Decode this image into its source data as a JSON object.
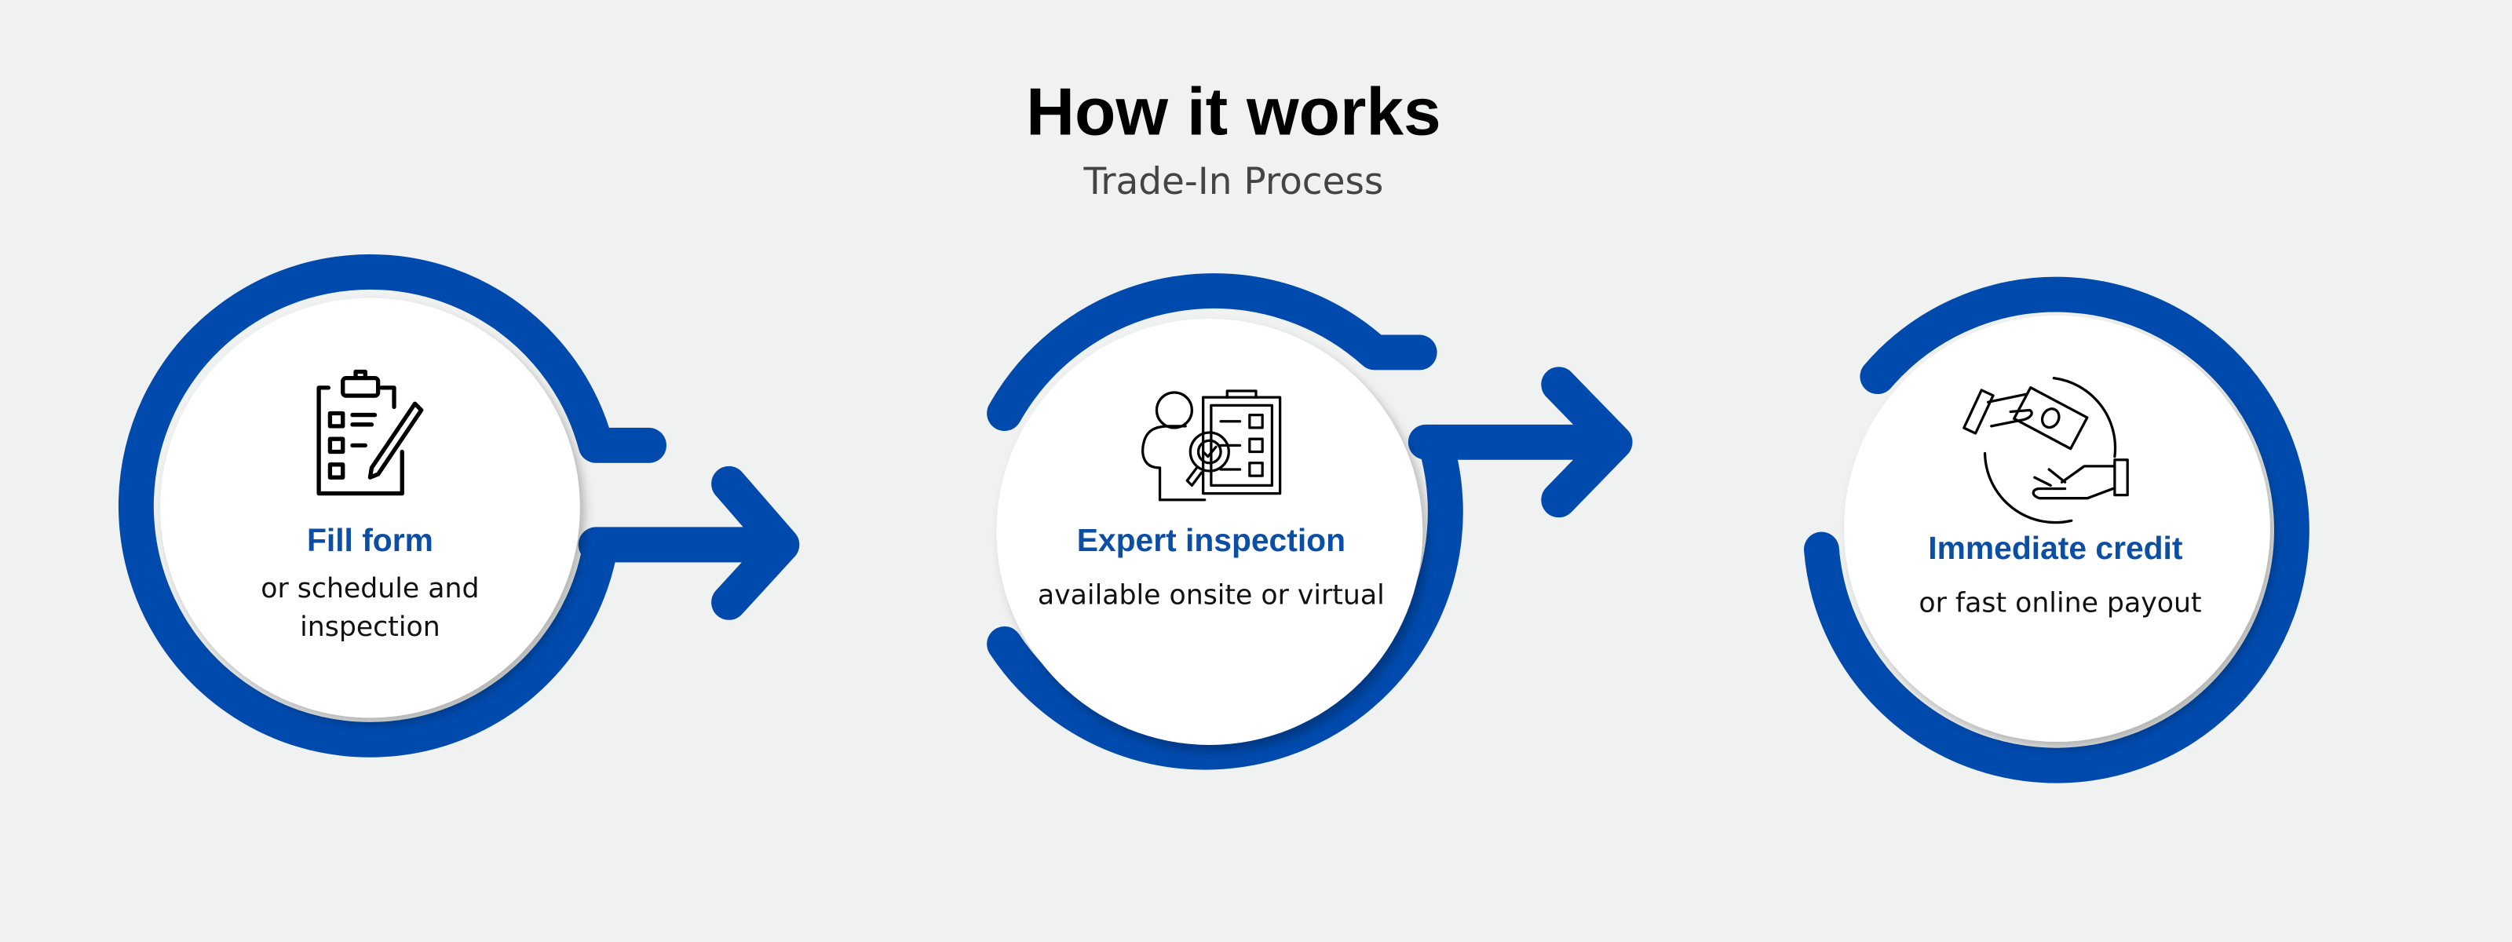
{
  "header": {
    "title": "How it works",
    "subtitle": "Trade-In Process"
  },
  "colors": {
    "accent": "#004aad",
    "background": "#f0f2f1"
  },
  "steps": [
    {
      "icon": "clipboard-form-icon",
      "title": "Fill form",
      "desc_lines": [
        "or schedule and",
        "inspection"
      ]
    },
    {
      "icon": "inspector-checklist-icon",
      "title": "Expert inspection",
      "desc_lines": [
        "available onsite or virtual"
      ]
    },
    {
      "icon": "hand-money-icon",
      "title": "Immediate credit",
      "desc_lines": [
        "or fast online payout"
      ]
    }
  ]
}
